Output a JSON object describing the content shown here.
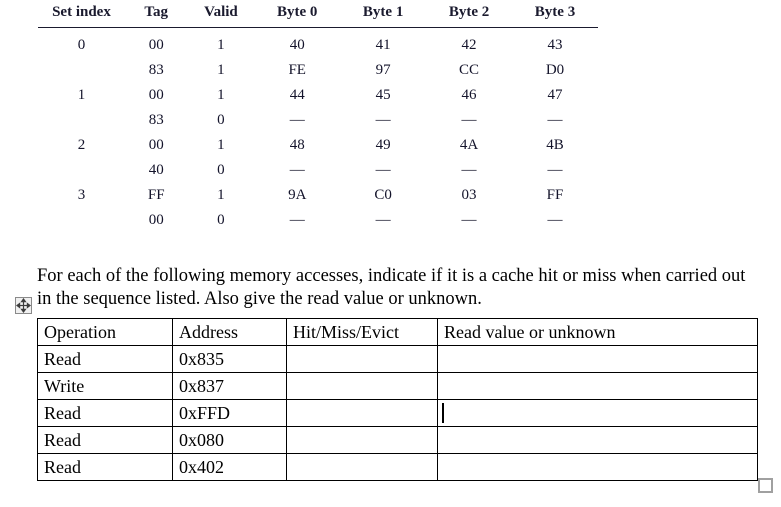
{
  "cache_table": {
    "headers": [
      "Set index",
      "Tag",
      "Valid",
      "Byte 0",
      "Byte 1",
      "Byte 2",
      "Byte 3"
    ],
    "rows": [
      {
        "set_index": "0",
        "tag": "00",
        "valid": "1",
        "byte0": "40",
        "byte1": "41",
        "byte2": "42",
        "byte3": "43"
      },
      {
        "set_index": "",
        "tag": "83",
        "valid": "1",
        "byte0": "FE",
        "byte1": "97",
        "byte2": "CC",
        "byte3": "D0"
      },
      {
        "set_index": "1",
        "tag": "00",
        "valid": "1",
        "byte0": "44",
        "byte1": "45",
        "byte2": "46",
        "byte3": "47"
      },
      {
        "set_index": "",
        "tag": "83",
        "valid": "0",
        "byte0": "—",
        "byte1": "—",
        "byte2": "—",
        "byte3": "—"
      },
      {
        "set_index": "2",
        "tag": "00",
        "valid": "1",
        "byte0": "48",
        "byte1": "49",
        "byte2": "4A",
        "byte3": "4B"
      },
      {
        "set_index": "",
        "tag": "40",
        "valid": "0",
        "byte0": "—",
        "byte1": "—",
        "byte2": "—",
        "byte3": "—"
      },
      {
        "set_index": "3",
        "tag": "FF",
        "valid": "1",
        "byte0": "9A",
        "byte1": "C0",
        "byte2": "03",
        "byte3": "FF"
      },
      {
        "set_index": "",
        "tag": "00",
        "valid": "0",
        "byte0": "—",
        "byte1": "—",
        "byte2": "—",
        "byte3": "—"
      }
    ]
  },
  "prompt": {
    "text": "For each of the following memory accesses, indicate if it is a cache hit or miss when carried out in the sequence listed. Also give the read value or unknown."
  },
  "answer_table": {
    "headers": [
      "Operation",
      "Address",
      "Hit/Miss/Evict",
      "Read value or unknown"
    ],
    "rows": [
      {
        "operation": "Read",
        "address": "0x835",
        "hit_miss_evict": "",
        "read_value": "",
        "caret": false
      },
      {
        "operation": "Write",
        "address": "0x837",
        "hit_miss_evict": "",
        "read_value": "",
        "caret": false
      },
      {
        "operation": "Read",
        "address": "0xFFD",
        "hit_miss_evict": "",
        "read_value": "",
        "caret": true
      },
      {
        "operation": "Read",
        "address": "0x080",
        "hit_miss_evict": "",
        "read_value": "",
        "caret": false
      },
      {
        "operation": "Read",
        "address": "0x402",
        "hit_miss_evict": "",
        "read_value": "",
        "caret": false
      }
    ]
  },
  "handles": {
    "move_icon": "move-cross-icon",
    "resize_icon": "resize-square-icon"
  },
  "colors": {
    "page_background": "#ffffff",
    "text": "#000000",
    "cache_text": "#14142b",
    "rule": "#1a1a2e",
    "handle_border": "#8a8a8a",
    "resize_border": "#a0a0a0"
  }
}
